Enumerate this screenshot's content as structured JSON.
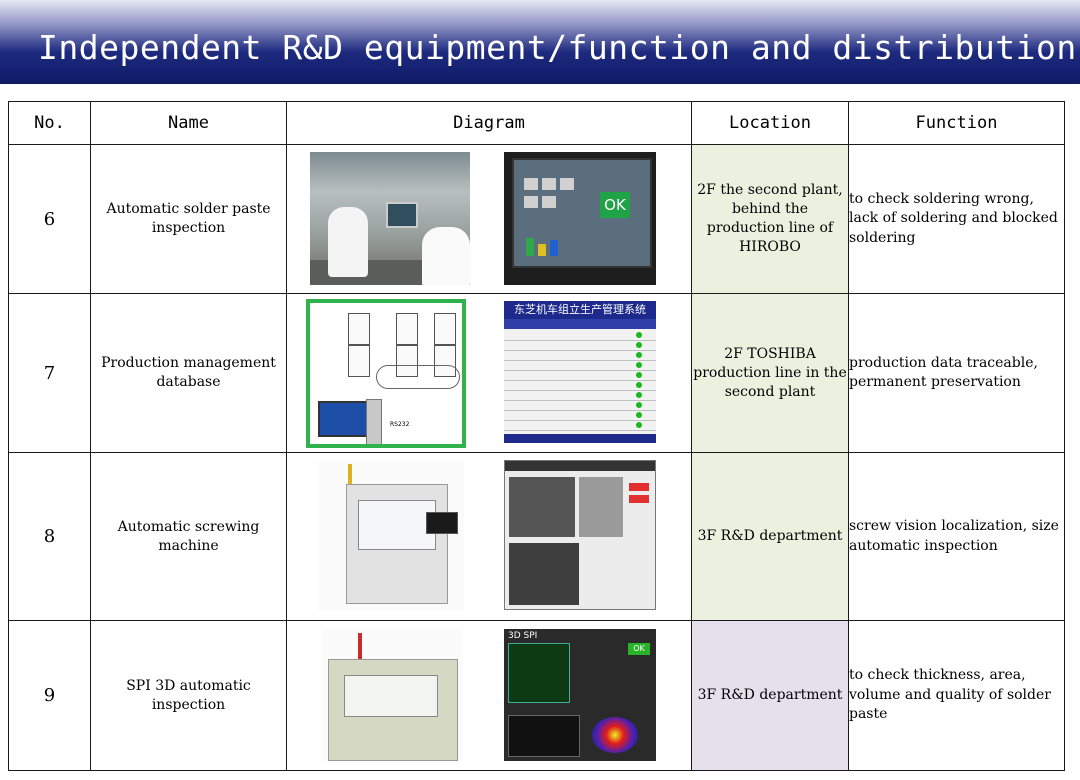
{
  "header": {
    "title": "Independent R&D equipment/function and distribution"
  },
  "table": {
    "columns": [
      "No.",
      "Name",
      "Diagram",
      "Location",
      "Function"
    ],
    "rows": [
      {
        "no": "6",
        "name": "Automatic solder paste inspection",
        "location": "2F the second plant, behind the production line of HIROBO",
        "function": "to check soldering wrong, lack of soldering and blocked soldering",
        "ok_text": "OK"
      },
      {
        "no": "7",
        "name": "Production management database",
        "location": "2F TOSHIBA production line in the second plant",
        "function": "production data traceable, permanent preservation",
        "mes_title": "东芝机车组立生产管理系统",
        "net_label": "RS232"
      },
      {
        "no": "8",
        "name": "Automatic screwing machine",
        "location": "3F R&D department",
        "function": "screw vision localization, size automatic inspection"
      },
      {
        "no": "9",
        "name": "SPI 3D automatic inspection",
        "location": "3F R&D department",
        "function": "to check thickness, area, volume and quality of solder paste",
        "spi_title": "3D SPI",
        "ok_text": "OK"
      }
    ]
  },
  "colors": {
    "banner_dark": "#0f1a66",
    "location_green": "#ebf1de",
    "location_violet": "#e5e0ec",
    "frame_green": "#2fb24c"
  }
}
